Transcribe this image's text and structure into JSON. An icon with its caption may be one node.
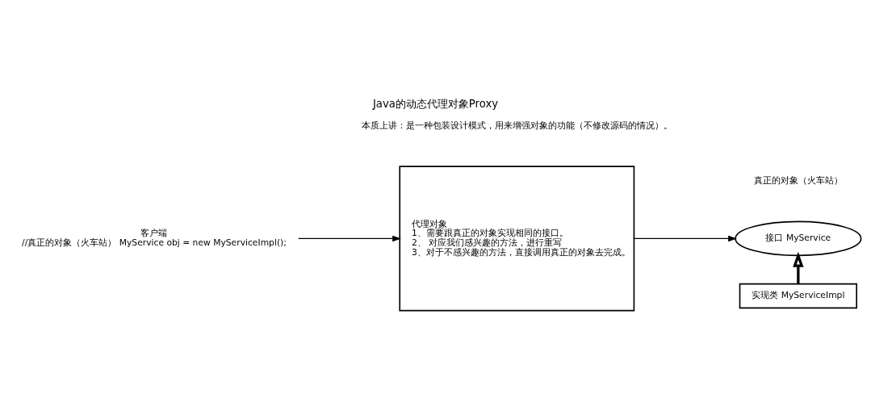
{
  "diagram": {
    "title": "Java的动态代理对象Proxy",
    "nodes": [
      {
        "text": [
          "客户端",
          "//真正的对象（火车站） MyService obj = new MyServiceImpl();"
        ]
      },
      {
        "text": [
          "代理对象",
          "1、需要跟真正的对象实现相同的接口。",
          "2、 对应我们感兴趣的方法，进行重写",
          "3、对于不感兴趣的方法，直接调用真正的对象去完成。"
        ]
      },
      {
        "text": [
          "接口 MyService"
        ]
      },
      {
        "text": [
          "实现类 MyServiceImpl"
        ]
      }
    ],
    "edges": [
      {
        "from": 0,
        "to": 1,
        "arrow": "to"
      },
      {
        "from": 1,
        "to": 2,
        "arrow": "to"
      },
      {
        "from": 3,
        "to": 2,
        "arrow": "to",
        "style": "thick"
      }
    ],
    "labels": [
      "本质上讲：是一种包装设计模式，用来增强对象的功能（不修改源码的情况）。",
      "真正的对象（火车站）"
    ]
  }
}
